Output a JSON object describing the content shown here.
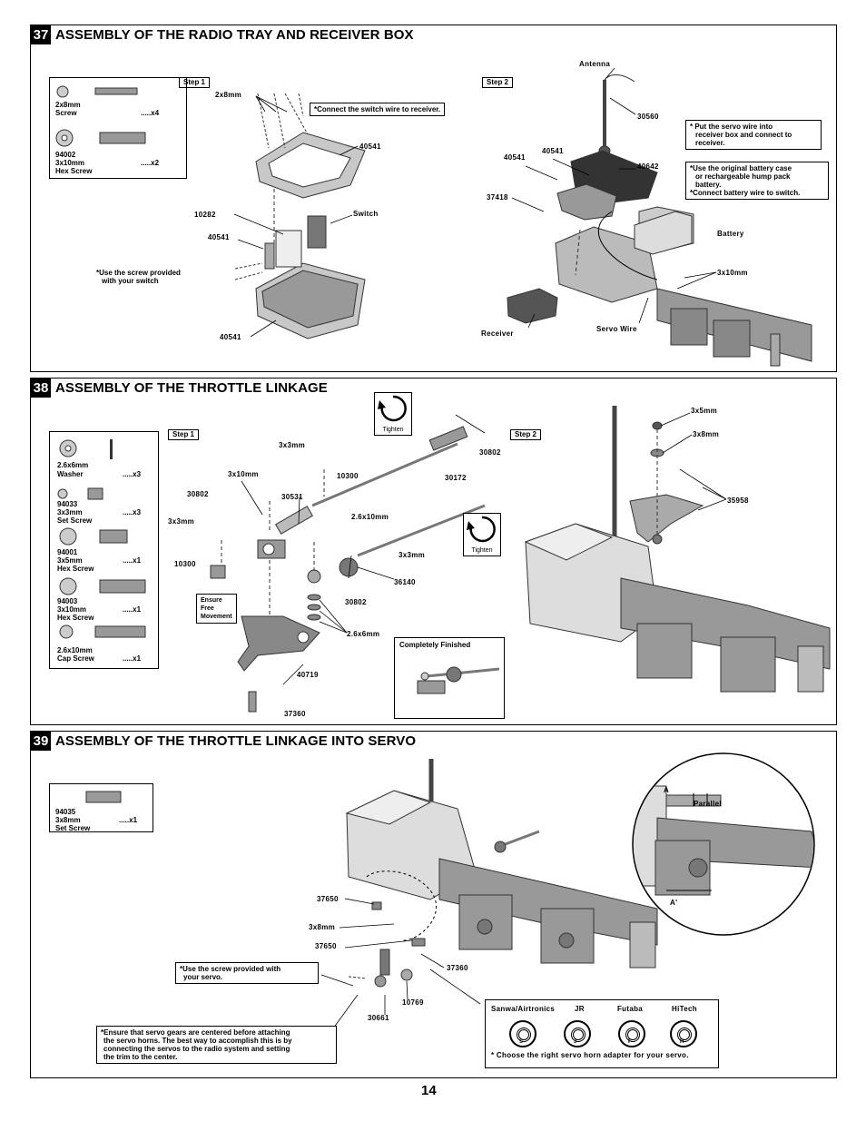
{
  "page_number": "14",
  "sections": [
    {
      "number": "37",
      "title": "ASSEMBLY OF THE RADIO TRAY AND RECEIVER BOX",
      "parts": [
        {
          "size": "2x8mm",
          "name": "Screw",
          "qty": ".....x4"
        },
        {
          "code": "94002",
          "size": "3x10mm",
          "name": "Hex Screw",
          "qty": ".....x2"
        }
      ],
      "step1": "Step 1",
      "step2": "Step 2",
      "note_connect": "*Connect the switch wire to receiver.",
      "note_switch_screw": [
        "*Use the screw provided",
        "with your switch"
      ],
      "note_servo_wire": [
        "* Put the servo wire into",
        "receiver box and connect to",
        "receiver."
      ],
      "note_battery": [
        "*Use the original battery case",
        "or rechargeable hump pack",
        "battery.",
        "*Connect battery wire to switch."
      ],
      "labels": {
        "l_2x8mm": "2x8mm",
        "l_40541a": "40541",
        "l_10282": "10282",
        "l_40541b": "40541",
        "l_switch": "Switch",
        "l_40541c": "40541",
        "l_antenna": "Antenna",
        "l_30560": "30560",
        "l_40541d": "40541",
        "l_40541e": "40541",
        "l_40642": "40642",
        "l_37418": "37418",
        "l_battery": "Battery",
        "l_3x10mm": "3x10mm",
        "l_receiver": "Receiver",
        "l_servowire": "Servo Wire"
      }
    },
    {
      "number": "38",
      "title": "ASSEMBLY OF THE THROTTLE LINKAGE",
      "parts": [
        {
          "size": "2.6x6mm",
          "name": "Washer",
          "qty": ".....x3"
        },
        {
          "code": "94033",
          "size": "3x3mm",
          "name": "Set Screw",
          "qty": ".....x3"
        },
        {
          "code": "94001",
          "size": "3x5mm",
          "name": "Hex Screw",
          "qty": ".....x1"
        },
        {
          "code": "94003",
          "size": "3x10mm",
          "name": "Hex Screw",
          "qty": ".....x1"
        },
        {
          "size": "2.6x10mm",
          "name": "Cap Screw",
          "qty": ".....x1"
        }
      ],
      "step1": "Step 1",
      "step2": "Step 2",
      "tighten_a": "Tighten",
      "tighten_b": "Tighten",
      "ensure": [
        "Ensure",
        "Free",
        "Movement"
      ],
      "completely_finished": "Completely Finished",
      "labels": {
        "l_3x3a": "3x3mm",
        "l_3x10": "3x10mm",
        "l_30802a": "30802",
        "l_30531": "30531",
        "l_10300a": "10300",
        "l_3x3b": "3x3mm",
        "l_10300b": "10300",
        "l_30172": "30172",
        "l_30802b": "30802",
        "l_26x10": "2.6x10mm",
        "l_3x3c": "3x3mm",
        "l_36140": "36140",
        "l_30802c": "30802",
        "l_26x6": "2.6x6mm",
        "l_40719": "40719",
        "l_37360": "37360",
        "l_3x5": "3x5mm",
        "l_3x8": "3x8mm",
        "l_35958": "35958"
      }
    },
    {
      "number": "39",
      "title": "ASSEMBLY OF THE THROTTLE LINKAGE INTO SERVO",
      "parts": [
        {
          "code": "94035",
          "size": "3x8mm",
          "name": "Set Screw",
          "qty": ".....x1"
        }
      ],
      "note_servo_screw": [
        "*Use the screw provided with",
        "your servo."
      ],
      "note_gears": [
        "*Ensure that servo gears are centered before attaching",
        "the servo horns. The best way to accomplish this is by",
        "connecting the servos to the radio system and setting",
        "the trim to the center."
      ],
      "horn_brands": [
        "Sanwa/Airtronics",
        "JR",
        "Futaba",
        "HiTech"
      ],
      "horn_letters": [
        "S",
        "J",
        "F",
        "H"
      ],
      "horn_note": "* Choose the right servo horn adapter for your servo.",
      "labels": {
        "l_37650a": "37650",
        "l_3x8": "3x8mm",
        "l_37650b": "37650",
        "l_37360": "37360",
        "l_10769": "10769",
        "l_30661": "30661",
        "l_parallel": "Parallel",
        "l_A": "A",
        "l_A2": "A'"
      }
    }
  ]
}
